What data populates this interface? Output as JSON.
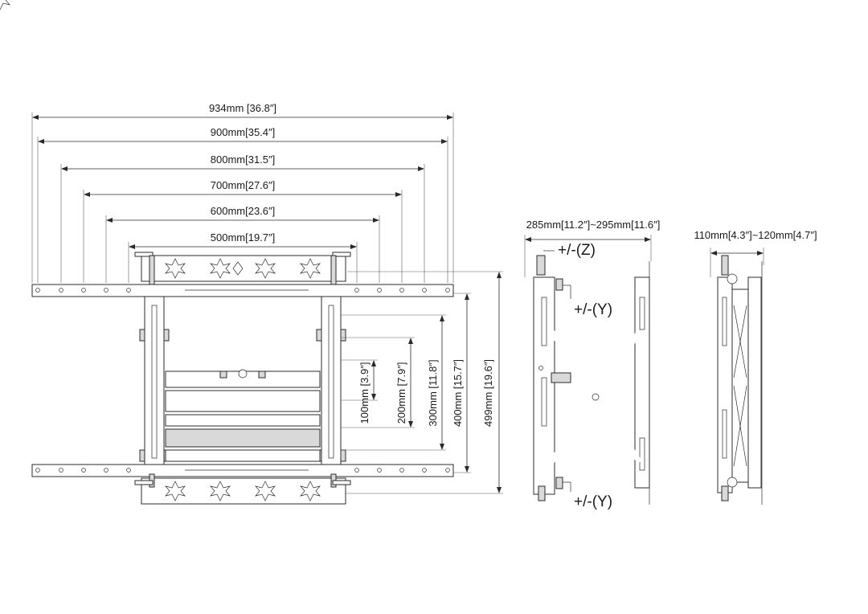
{
  "front_view": {
    "horizontal_dims": [
      "934mm [36.8″]",
      "900mm[35.4″]",
      "800mm[31.5″]",
      "700mm[27.6″]",
      "600mm[23.6″]",
      "500mm[19.7″]"
    ],
    "vertical_dims": [
      "100mm [3.9″]",
      "200mm [7.9″]",
      "300mm [11.8″]",
      "400mm [15.7″]",
      "499mm [19.6″]"
    ]
  },
  "side_view": {
    "depth_dim": "285mm[11.2″]~295mm[11.6″]",
    "z_adjust": "+/-(Z)",
    "y_adjust_top": "+/-(Y)",
    "y_adjust_bottom": "+/-(Y)"
  },
  "collapsed_view": {
    "depth_dim": "110mm[4.3″]~120mm[4.7″]"
  }
}
